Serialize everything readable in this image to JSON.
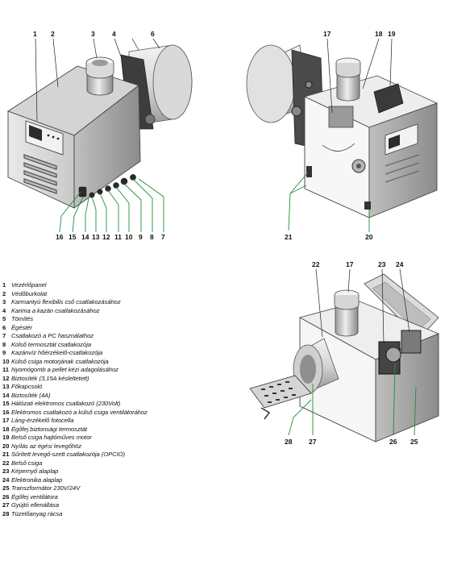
{
  "top_left_callouts": [
    "1",
    "2",
    "3",
    "4",
    "6",
    "16",
    "15",
    "14",
    "13",
    "12",
    "11",
    "10",
    "9",
    "8",
    "7"
  ],
  "top_right_callouts": [
    "17",
    "18",
    "19",
    "21",
    "20"
  ],
  "bottom_callouts": [
    "22",
    "17",
    "23",
    "24",
    "28",
    "27",
    "26",
    "25"
  ],
  "legend": [
    {
      "num": "1",
      "text": "Vezérlőpanel"
    },
    {
      "num": "2",
      "text": "Védőburkolat"
    },
    {
      "num": "3",
      "text": "Karmantyú flexibilis cső csatlakozásához"
    },
    {
      "num": "4",
      "text": "Karima a kazán csatlakozásához"
    },
    {
      "num": "5",
      "text": "Tömítés"
    },
    {
      "num": "6",
      "text": "Égéstér"
    },
    {
      "num": "7",
      "text": "Csatlakozó a PC használathoz"
    },
    {
      "num": "8",
      "text": "Külső termosztát csatlakozója"
    },
    {
      "num": "9",
      "text": "Kazánvíz hőérzékelő-csatlakozója"
    },
    {
      "num": "10",
      "text": "Külső csiga motorjának csatlakozója"
    },
    {
      "num": "11",
      "text": "Nyomógomb a pellet kézi adagolásához"
    },
    {
      "num": "12",
      "text": "Biztosíték (3,15A késleltetett)"
    },
    {
      "num": "13",
      "text": "Főkapcsoló"
    },
    {
      "num": "14",
      "text": "Biztosíték (4A)"
    },
    {
      "num": "15",
      "text": "Hálózati elektromos csatlakozó (230Volt)"
    },
    {
      "num": "16",
      "text": "Elektromos csatlakozó a külső csiga ventilátorához"
    },
    {
      "num": "17",
      "text": "Láng-érzékelő fotocella"
    },
    {
      "num": "18",
      "text": "Égőfej biztonsági termosztát"
    },
    {
      "num": "19",
      "text": "Belső csiga hajtóműves motor"
    },
    {
      "num": "20",
      "text": "Nyílás az égési levegőhöz"
    },
    {
      "num": "21",
      "text": "Sűrített levegő-szett csatlakozója (OPCIÓ)"
    },
    {
      "num": "22",
      "text": "Belső csiga"
    },
    {
      "num": "23",
      "text": "Képernyő alaplap"
    },
    {
      "num": "24",
      "text": "Elektronika alaplap"
    },
    {
      "num": "25",
      "text": "Transzformátor  230V/24V"
    },
    {
      "num": "26",
      "text": "Égőfej ventilátora"
    },
    {
      "num": "27",
      "text": "Gyújtó ellenállása"
    },
    {
      "num": "28",
      "text": "Tüzelőanyag rácsa"
    }
  ]
}
